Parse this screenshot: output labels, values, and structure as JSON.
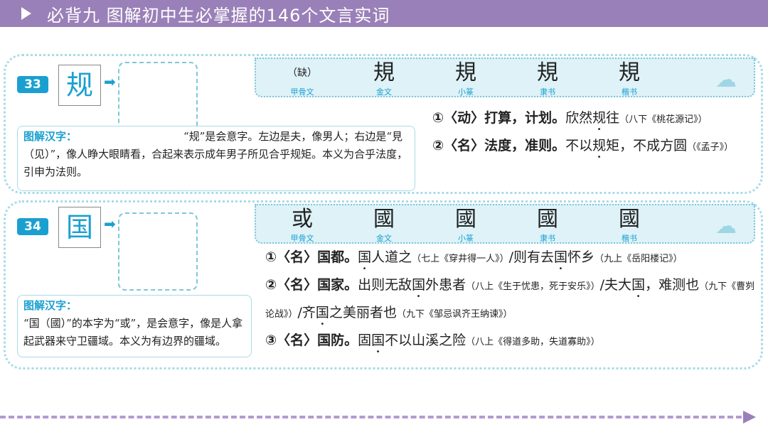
{
  "header": {
    "title": "必背九 图解初中生必掌握的146个文言实词"
  },
  "colors": {
    "header": "#9a80b8",
    "accent": "#1aa0d0"
  },
  "entries": [
    {
      "number": "33",
      "char": "规",
      "scripts": [
        {
          "glyph": "（缺）",
          "label": "甲骨文"
        },
        {
          "glyph": "規",
          "label": "金文"
        },
        {
          "glyph": "規",
          "label": "小篆"
        },
        {
          "glyph": "規",
          "label": "隶书"
        },
        {
          "glyph": "規",
          "label": "楷书"
        }
      ],
      "explain_title": "图解汉字：",
      "explain_text": "“规”是会意字。左边是夫，像男人；右边是“見（见）”，像人睁大眼睛看，合起来表示成年男子所见合乎规矩。本义为合乎法度，引申为法则。",
      "definitions": [
        [
          {
            "t": "①〈动〉打算，计划。",
            "k": "b"
          },
          {
            "t": "欣然"
          },
          {
            "t": "规",
            "k": "e"
          },
          {
            "t": "往"
          },
          {
            "t": "（八下《桃花源记》）",
            "k": "s"
          }
        ],
        [
          {
            "t": "②〈名〉法度，准则。",
            "k": "b"
          },
          {
            "t": "不以"
          },
          {
            "t": "规",
            "k": "e"
          },
          {
            "t": "矩，不成方圆"
          },
          {
            "t": "（《孟子》）",
            "k": "s"
          }
        ]
      ]
    },
    {
      "number": "34",
      "char": "国",
      "scripts": [
        {
          "glyph": "或",
          "label": "甲骨文"
        },
        {
          "glyph": "國",
          "label": "金文"
        },
        {
          "glyph": "國",
          "label": "小篆"
        },
        {
          "glyph": "國",
          "label": "隶书"
        },
        {
          "glyph": "國",
          "label": "楷书"
        }
      ],
      "explain_title": "图解汉字：",
      "explain_text": "“国（國）”的本字为“或”，是会意字，像是人拿起武器来守卫疆域。本义为有边界的疆域。",
      "definitions": [
        [
          {
            "t": "①〈名〉国都。",
            "k": "b"
          },
          {
            "t": "国",
            "k": "e"
          },
          {
            "t": "人道之"
          },
          {
            "t": "（七上《穿井得一人》）",
            "k": "s"
          },
          {
            "t": "/则有去"
          },
          {
            "t": "国",
            "k": "e"
          },
          {
            "t": "怀乡"
          },
          {
            "t": "（九上《岳阳楼记》）",
            "k": "s"
          }
        ],
        [
          {
            "t": "②〈名〉国家。",
            "k": "b"
          },
          {
            "t": "出则无敌"
          },
          {
            "t": "国",
            "k": "e"
          },
          {
            "t": "外患者"
          },
          {
            "t": "（八上《生于忧患，死于安乐》）",
            "k": "s"
          },
          {
            "t": "/夫大"
          },
          {
            "t": "国",
            "k": "e"
          },
          {
            "t": "，难测也"
          },
          {
            "t": "（九下《曹刿论战》）",
            "k": "s"
          },
          {
            "t": "/齐"
          },
          {
            "t": "国",
            "k": "e"
          },
          {
            "t": "之美丽者也"
          },
          {
            "t": "（九下《邹忌讽齐王纳谏》）",
            "k": "s"
          }
        ],
        [
          {
            "t": "③〈名〉国防。",
            "k": "b"
          },
          {
            "t": "固"
          },
          {
            "t": "国",
            "k": "e"
          },
          {
            "t": "不以山溪之险"
          },
          {
            "t": "（八上《得道多助，失道寡助》）",
            "k": "s"
          }
        ]
      ]
    }
  ]
}
